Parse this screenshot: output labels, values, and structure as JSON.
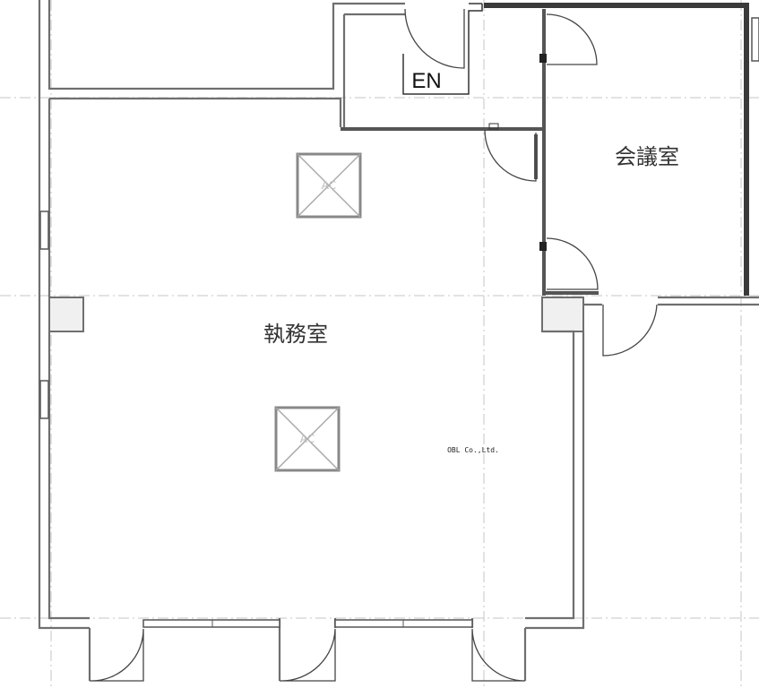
{
  "rooms": {
    "office": "執務室",
    "meeting": "会議室",
    "entrance": "EN"
  },
  "ac_units": [
    {
      "label": "AC"
    },
    {
      "label": "AC"
    }
  ],
  "watermark": "OBL Co.,Ltd.",
  "icons": {
    "ac": "ac-unit-icon",
    "door": "door-swing-icon",
    "window": "window-icon"
  },
  "colors": {
    "wall": "#6f6f6f",
    "wall_fill": "#f0f0f0",
    "grid": "#c4c4c4",
    "ac_outline": "#888888",
    "background": "#ffffff"
  }
}
